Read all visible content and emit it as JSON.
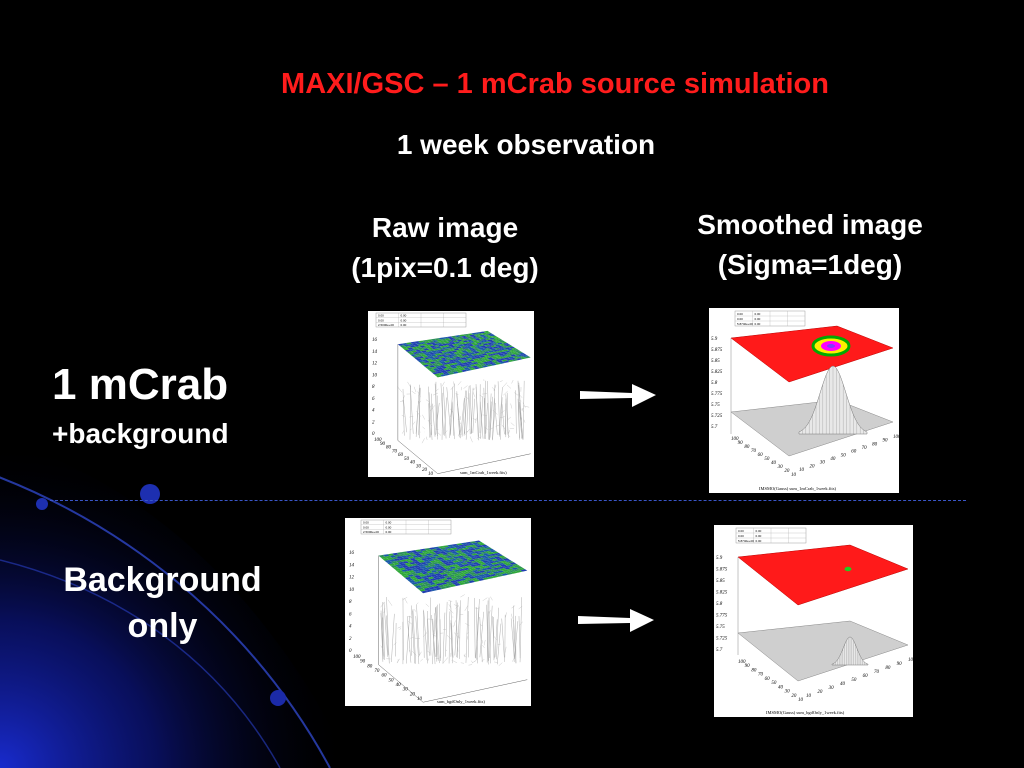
{
  "slide": {
    "title": "MAXI/GSC – 1 mCrab source simulation",
    "subtitle": "1 week observation",
    "columns": {
      "raw": {
        "line1": "Raw image",
        "line2": "(1pix=0.1 deg)"
      },
      "smoothed": {
        "line1": "Smoothed image",
        "line2": "(Sigma=1deg)"
      }
    },
    "rows": {
      "source": {
        "main": "1 mCrab",
        "sub": "+background"
      },
      "background": {
        "line1": "Background",
        "line2": "only"
      }
    }
  },
  "plots": {
    "raw_source": {
      "caption": "sum_1mCrab_1week.fits)",
      "z_ticks": [
        "16",
        "14",
        "12",
        "10",
        "8",
        "6",
        "4",
        "2",
        "0"
      ],
      "x_ticks": [
        "100",
        "90",
        "80",
        "70",
        "60",
        "50",
        "40",
        "30",
        "20",
        "10"
      ],
      "y_ticks": [
        "10",
        "20",
        "30",
        "40",
        "50",
        "60",
        "70",
        "80",
        "90",
        "100"
      ],
      "stats": [
        "0.00",
        "0.00",
        "0.00",
        "0.00",
        "2.5000e+00",
        "0.00"
      ]
    },
    "smooth_source": {
      "caption": "IMSMO(Gauss) sum_1mCrab_1week.fits)",
      "z_ticks": [
        "5.9",
        "5.875",
        "5.85",
        "5.825",
        "5.8",
        "5.775",
        "5.75",
        "5.725",
        "5.7"
      ],
      "x_ticks": [
        "100",
        "90",
        "80",
        "70",
        "60",
        "50",
        "40",
        "30",
        "20",
        "10"
      ],
      "y_ticks": [
        "10",
        "20",
        "30",
        "40",
        "50",
        "60",
        "70",
        "80",
        "90",
        "100"
      ],
      "stats": [
        "0.00",
        "0.00",
        "0.00",
        "0.00",
        "5.8740e+00",
        "0.00"
      ]
    },
    "raw_background": {
      "caption": "sum_bgdOnly_1week.fits)",
      "z_ticks": [
        "16",
        "14",
        "12",
        "10",
        "8",
        "6",
        "4",
        "2",
        "0"
      ],
      "x_ticks": [
        "100",
        "90",
        "80",
        "70",
        "60",
        "50",
        "40",
        "30",
        "20",
        "10"
      ],
      "y_ticks": [
        "10",
        "20",
        "30",
        "40",
        "50",
        "60",
        "70",
        "80",
        "90",
        "100"
      ],
      "stats": [
        "0.00",
        "0.00",
        "0.00",
        "0.00",
        "2.5000e+00",
        "0.00"
      ]
    },
    "smooth_background": {
      "caption": "IMSMO(Gauss) sum_bgdOnly_1week.fits)",
      "z_ticks": [
        "5.9",
        "5.875",
        "5.85",
        "5.825",
        "5.8",
        "5.775",
        "5.75",
        "5.725",
        "5.7"
      ],
      "x_ticks": [
        "100",
        "90",
        "80",
        "70",
        "60",
        "50",
        "40",
        "30",
        "20",
        "10"
      ],
      "y_ticks": [
        "10",
        "20",
        "30",
        "40",
        "50",
        "60",
        "70",
        "80",
        "90",
        "100"
      ],
      "stats": [
        "0.00",
        "0.00",
        "0.00",
        "0.00",
        "5.8740e+00",
        "0.00"
      ]
    }
  },
  "colors": {
    "title": "#ff1c1c",
    "plateau_red": "#ff1a1a",
    "noise_green": "#2fa83a",
    "noise_blue": "#1f3fb0"
  }
}
